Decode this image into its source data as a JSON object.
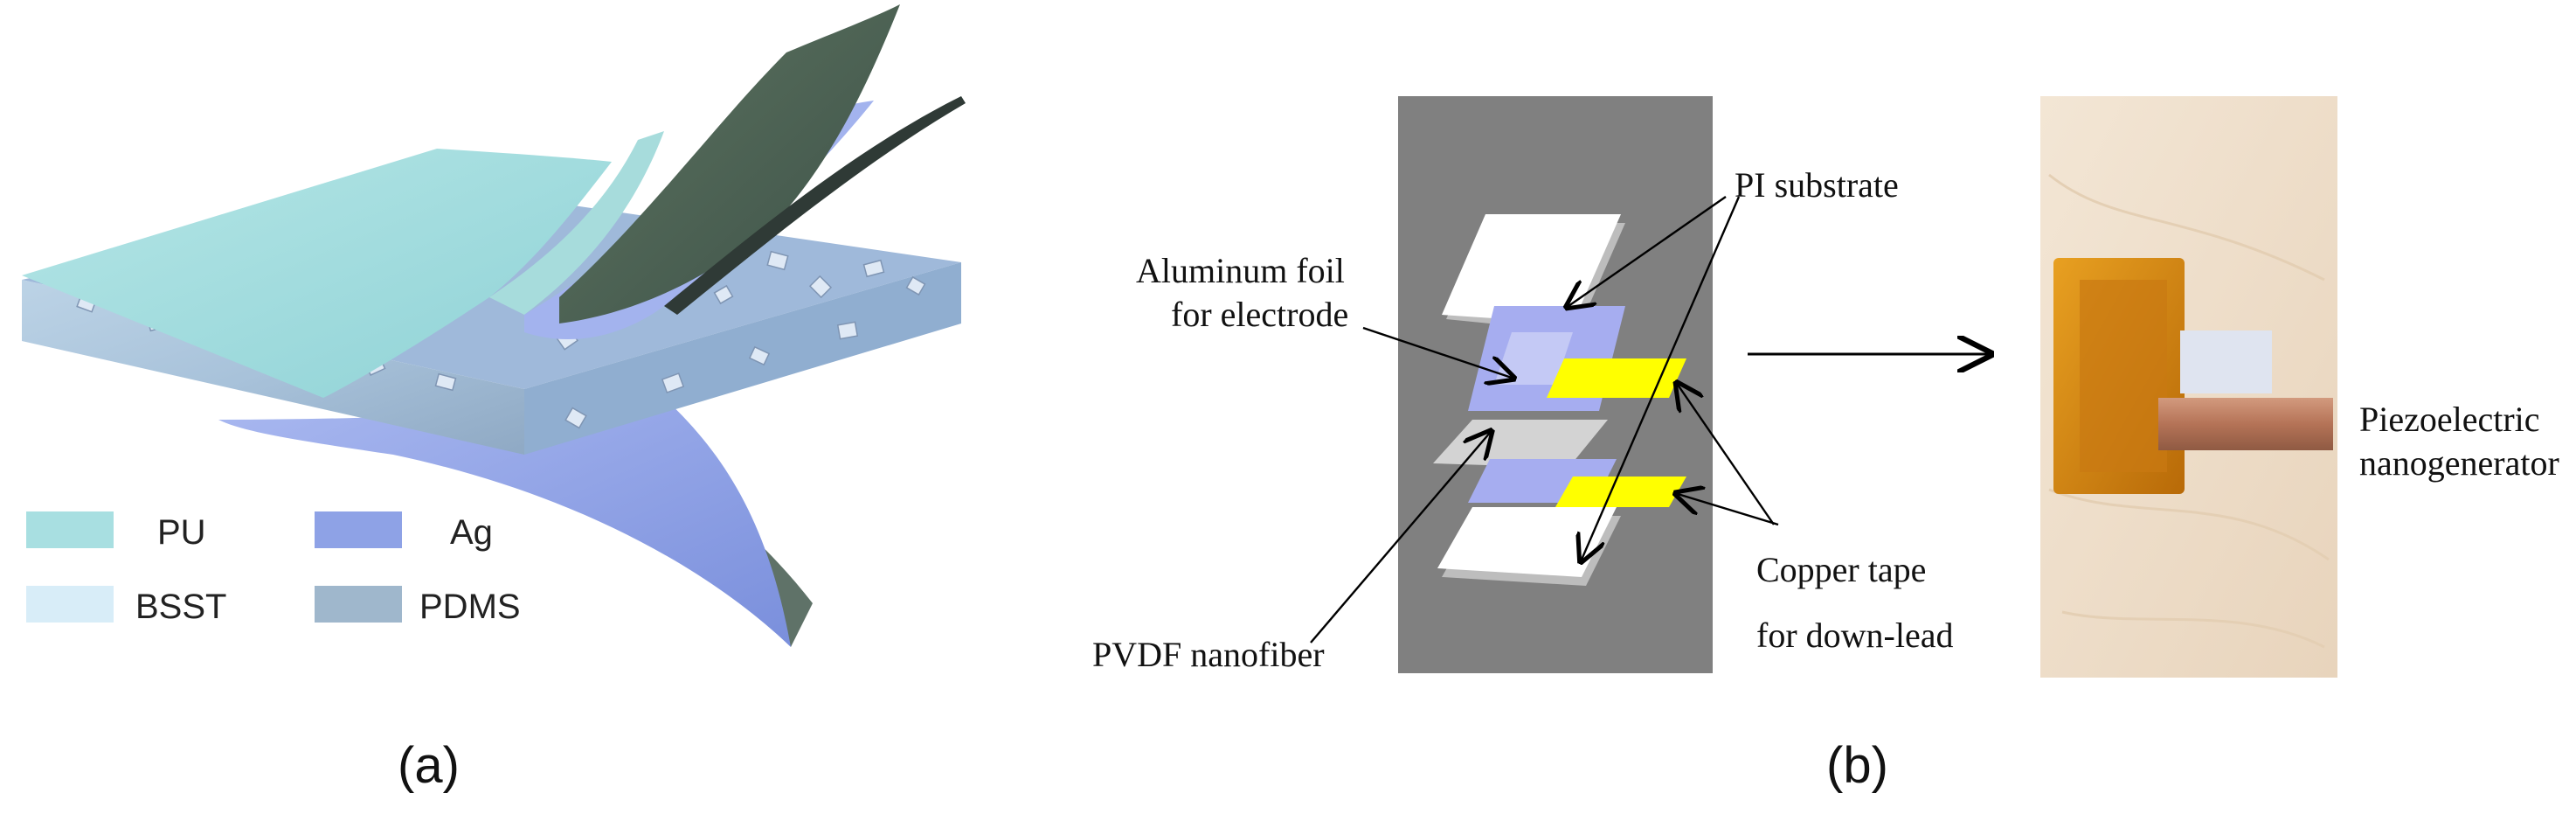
{
  "panel_a": {
    "caption": "(a)",
    "legend": [
      {
        "label": "PU",
        "color": "#a8dfe1"
      },
      {
        "label": "Ag",
        "color": "#8ea2e6"
      },
      {
        "label": "BSST",
        "color": "#d8edf8"
      },
      {
        "label": "PDMS",
        "color": "#9fb7cc"
      }
    ]
  },
  "panel_b": {
    "caption": "(b)",
    "labels": {
      "pi_substrate": "PI substrate",
      "aluminum_line1": "Aluminum foil",
      "aluminum_line2": "for electrode",
      "pvdf": "PVDF nanofiber",
      "copper_line1": "Copper tape",
      "copper_line2": "for down-lead",
      "piezo_line1": "Piezoelectric",
      "piezo_line2": "nanogenerator"
    },
    "colors": {
      "background_panel": "#808080",
      "pi": "#ffffff",
      "aluminum": "#a6adf0",
      "copper": "#ffff00",
      "pvdf": "#d3d3d3",
      "kapton": "#d9900f",
      "copper_tape": "#b8745a"
    }
  }
}
